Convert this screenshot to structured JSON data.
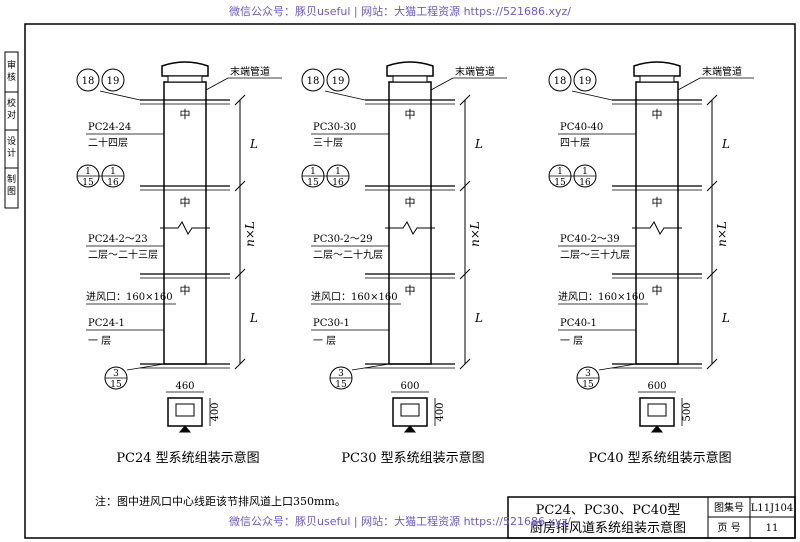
{
  "watermark": "微信公众号：豚贝useful | 网站：大猫工程资源 https://521686.xyz/",
  "left_strip": {
    "row1": [
      "审",
      "核"
    ],
    "row2": [
      "校",
      "对"
    ],
    "row3": [
      "设",
      "计"
    ],
    "row4": [
      "制",
      "图"
    ]
  },
  "common": {
    "ref_top_a": "18",
    "ref_top_b": "19",
    "end_pipe": "末端管道",
    "ref_mid_a_num": "1",
    "ref_mid_a_den": "15",
    "ref_mid_b_num": "1",
    "ref_mid_b_den": "16",
    "ref_bot_num": "3",
    "ref_bot_den": "15",
    "inlet": "进风口：160×160",
    "dim_L": "L",
    "dim_nL": "n×L",
    "level_symbol": "中"
  },
  "systems": [
    {
      "top_code": "PC24-24",
      "top_floor": "二十四层",
      "mid_code": "PC24-2～23",
      "mid_floor": "二层～二十三层",
      "bot_code": "PC24-1",
      "bot_floor": "一  层",
      "width": "460",
      "depth": "400",
      "caption": "PC24 型系统组装示意图"
    },
    {
      "top_code": "PC30-30",
      "top_floor": "三十层",
      "mid_code": "PC30-2～29",
      "mid_floor": "二层～二十九层",
      "bot_code": "PC30-1",
      "bot_floor": "一  层",
      "width": "600",
      "depth": "400",
      "caption": "PC30 型系统组装示意图"
    },
    {
      "top_code": "PC40-40",
      "top_floor": "四十层",
      "mid_code": "PC40-2～39",
      "mid_floor": "二层～三十九层",
      "bot_code": "PC40-1",
      "bot_floor": "一  层",
      "width": "600",
      "depth": "500",
      "caption": "PC40 型系统组装示意图"
    }
  ],
  "note": "注：图中进风口中心线距该节排风道上口350mm。",
  "title_block": {
    "title_line1": "PC24、PC30、PC40型",
    "title_line2": "厨房排风道系统组装示意图",
    "atlas_label": "图集号",
    "atlas_value": "L11J104",
    "page_label": "页    号",
    "page_value": "11"
  }
}
